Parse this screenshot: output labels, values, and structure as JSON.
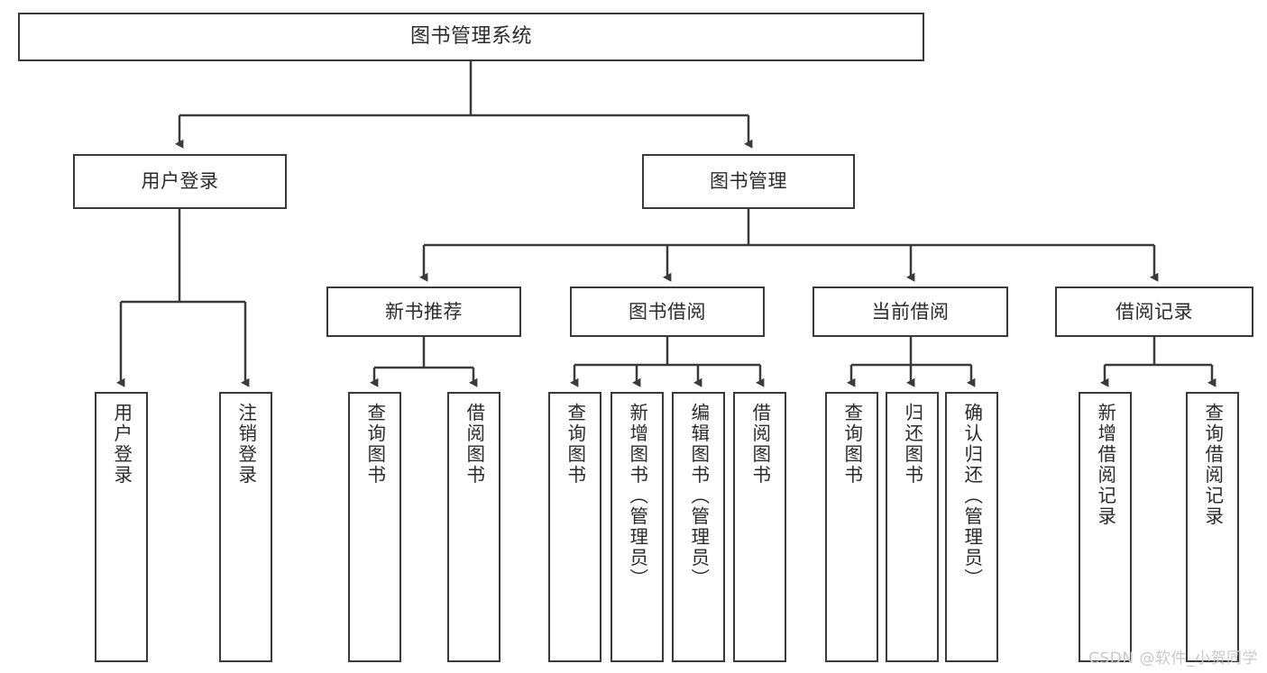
{
  "diagram": {
    "title": "图书管理系统",
    "watermark": "CSDN @软件_小贺同学",
    "stroke_color": "#3a3a3a",
    "text_color": "#2b2b2b",
    "background": "#ffffff",
    "root": {
      "label": "图书管理系统"
    },
    "level2": [
      {
        "label": "用户登录"
      },
      {
        "label": "图书管理"
      }
    ],
    "level3": [
      {
        "label": "新书推荐"
      },
      {
        "label": "图书借阅"
      },
      {
        "label": "当前借阅"
      },
      {
        "label": "借阅记录"
      }
    ],
    "leaves": {
      "user_login": [
        {
          "label": "用户登录"
        },
        {
          "label": "注销登录"
        }
      ],
      "new_book_recommend": [
        {
          "label": "查询图书"
        },
        {
          "label": "借阅图书"
        }
      ],
      "book_borrow": [
        {
          "label": "查询图书"
        },
        {
          "label": "新增图书（管理员）"
        },
        {
          "label": "编辑图书（管理员）"
        },
        {
          "label": "借阅图书"
        }
      ],
      "current_borrow": [
        {
          "label": "查询图书"
        },
        {
          "label": "归还图书"
        },
        {
          "label": "确认归还（管理员）"
        }
      ],
      "borrow_records": [
        {
          "label": "新增借阅记录"
        },
        {
          "label": "查询借阅记录"
        }
      ]
    }
  }
}
